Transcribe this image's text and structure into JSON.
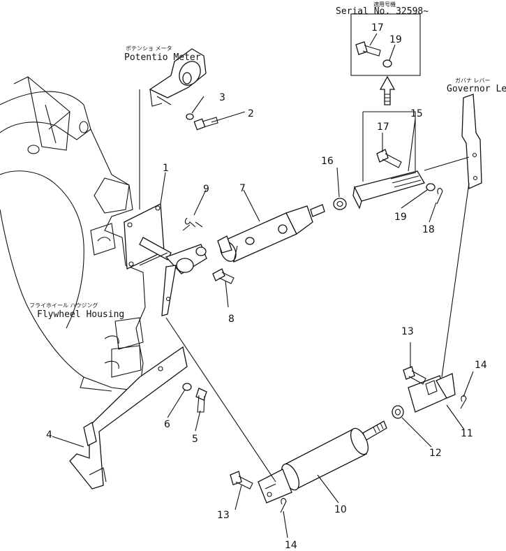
{
  "serial_note": {
    "jp": "適用号機",
    "text": "Serial No. 32598~"
  },
  "labels": {
    "potentio_meter_jp": "ポテンショ メータ",
    "potentio_meter": "Potentio Meter",
    "governor_lever_jp": "ガバナ レバー",
    "governor_lever": "Governor Lever",
    "flywheel_housing_jp": "フライホイール ハウジング",
    "flywheel_housing": "Flywheel Housing"
  },
  "callouts": {
    "n1": "1",
    "n2": "2",
    "n3": "3",
    "n4": "4",
    "n5": "5",
    "n6": "6",
    "n7": "7",
    "n8": "8",
    "n9": "9",
    "n10": "10",
    "n11": "11",
    "n12": "12",
    "n13a": "13",
    "n13b": "13",
    "n14a": "14",
    "n14b": "14",
    "n15": "15",
    "n16": "16",
    "n17a": "17",
    "n17b": "17",
    "n18": "18",
    "n19a": "19",
    "n19b": "19"
  }
}
